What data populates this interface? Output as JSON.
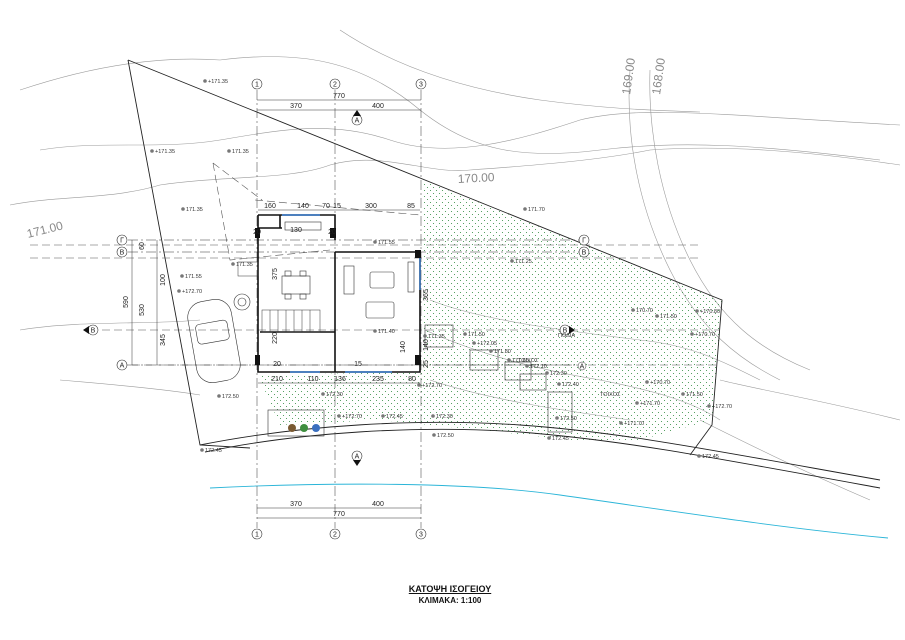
{
  "title": {
    "main": "ΚΑΤΟΨΗ ΙΣΟΓΕΙΟΥ",
    "scale": "ΚΛΙΜΑΚΑ: 1:100"
  },
  "grid_axes": {
    "vertical": [
      "1",
      "2",
      "3"
    ],
    "horizontal": [
      "Γ",
      "Β",
      "Α"
    ]
  },
  "section_marks": [
    "A",
    "B"
  ],
  "contours": [
    "171.00",
    "170.00",
    "169.00",
    "168.00"
  ],
  "dimensions": {
    "top_segments": [
      "370",
      "400"
    ],
    "top_total": "770",
    "bottom_segments": [
      "370",
      "400"
    ],
    "bottom_total": "770",
    "upper_row": [
      "160",
      "140",
      "70",
      "15",
      "300",
      "85"
    ],
    "lower_row": [
      "210",
      "110",
      "136",
      "235",
      "80"
    ],
    "left_outer": "590",
    "left_inner": [
      "60",
      "100",
      "530",
      "345"
    ],
    "interior": [
      "20",
      "20",
      "375",
      "365",
      "140",
      "220",
      "140",
      "25",
      "20",
      "15",
      "130"
    ]
  },
  "levels": [
    "+171.35",
    "171.35",
    "+171.35",
    "171.35",
    "171.35",
    "171.55",
    "+172.70",
    "171.70",
    "171.50",
    "171.25",
    "171.40",
    "171.55",
    "171.50",
    "171.35",
    "+172.05",
    "171.80",
    "171.65",
    "172.10",
    "172.30",
    "172.30",
    "172.45",
    "172.30",
    "172.50",
    "172.40",
    "172.45",
    "172.50",
    "+172.70",
    "172.45",
    "+172.70",
    "+170.70",
    "+170.80",
    "170.70",
    "171.50",
    "+170.70",
    "172.45",
    "+171.70",
    "172.50",
    "+171.70",
    "+172.70"
  ],
  "annotations": {
    "planter_1": "ΠΟΔΙΑ",
    "planter_2": "ΤΟΙΧΟΣ",
    "planter_3": "ΤΟΙΧΟΣ"
  }
}
